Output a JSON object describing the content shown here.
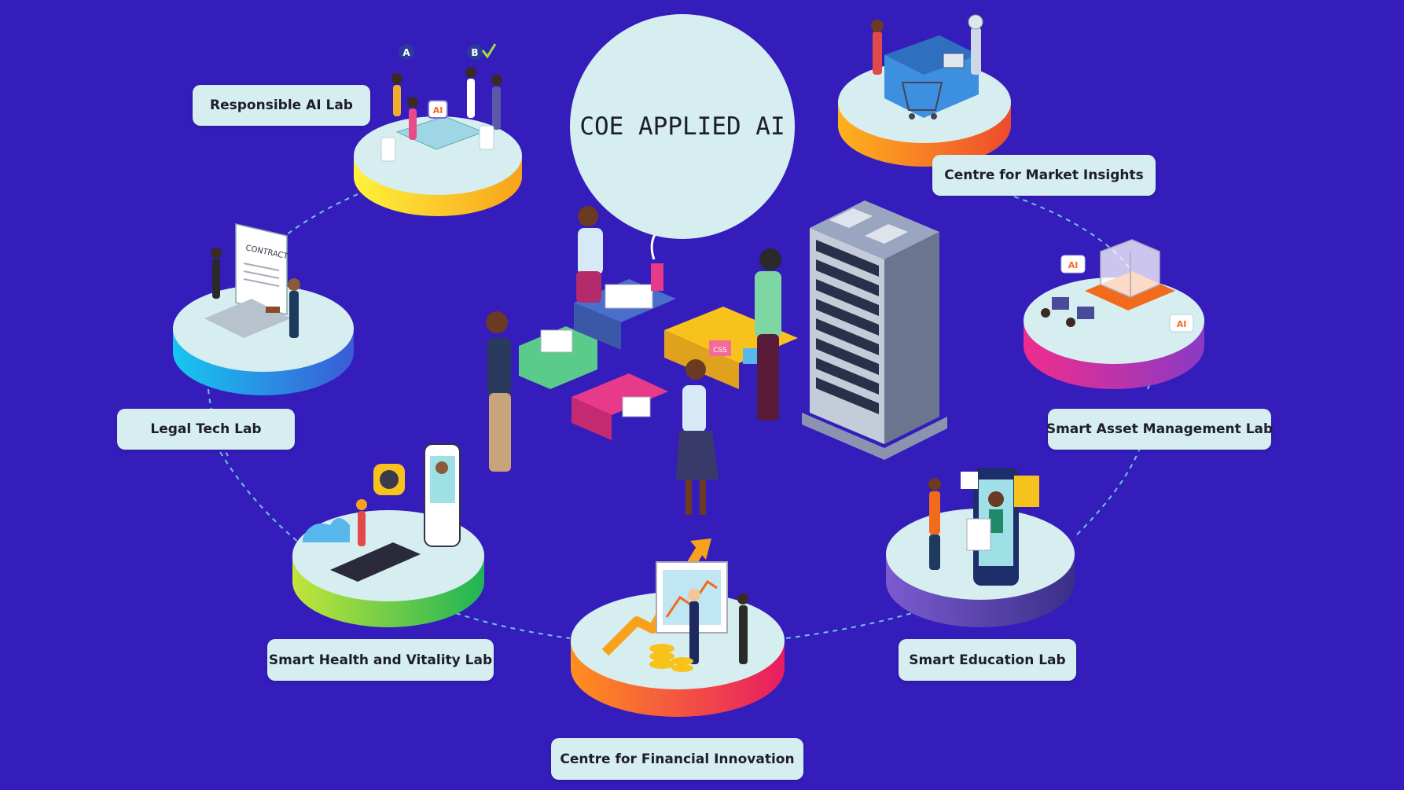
{
  "hub": {
    "title": "COE APPLIED AI"
  },
  "labs": {
    "responsible_ai": "Responsible AI Lab",
    "market_insights": "Centre for Market Insights",
    "legal_tech": "Legal Tech Lab",
    "smart_asset": "Smart Asset Management Lab",
    "health_vitality": "Smart Health and Vitality Lab",
    "education": "Smart Education Lab",
    "financial_innovation": "Centre for Financial Innovation"
  },
  "illustration_text": {
    "badge_a": "A",
    "badge_b": "B",
    "ai_tag": "AI",
    "contract": "CONTRACT",
    "css_tag": "CSS"
  },
  "colors": {
    "background": "#341dbb",
    "label_bg": "#d7eef0",
    "platform_top": "#d7eef0",
    "connector": "#6fc3e6"
  },
  "icons": [
    "meeting-table-icon",
    "checkout-robot-icon",
    "contract-laptop-icon",
    "smart-factory-icon",
    "treadmill-smartwatch-icon",
    "online-learning-icon",
    "finance-growth-icon",
    "puzzle-team-icon",
    "server-rack-icon"
  ]
}
